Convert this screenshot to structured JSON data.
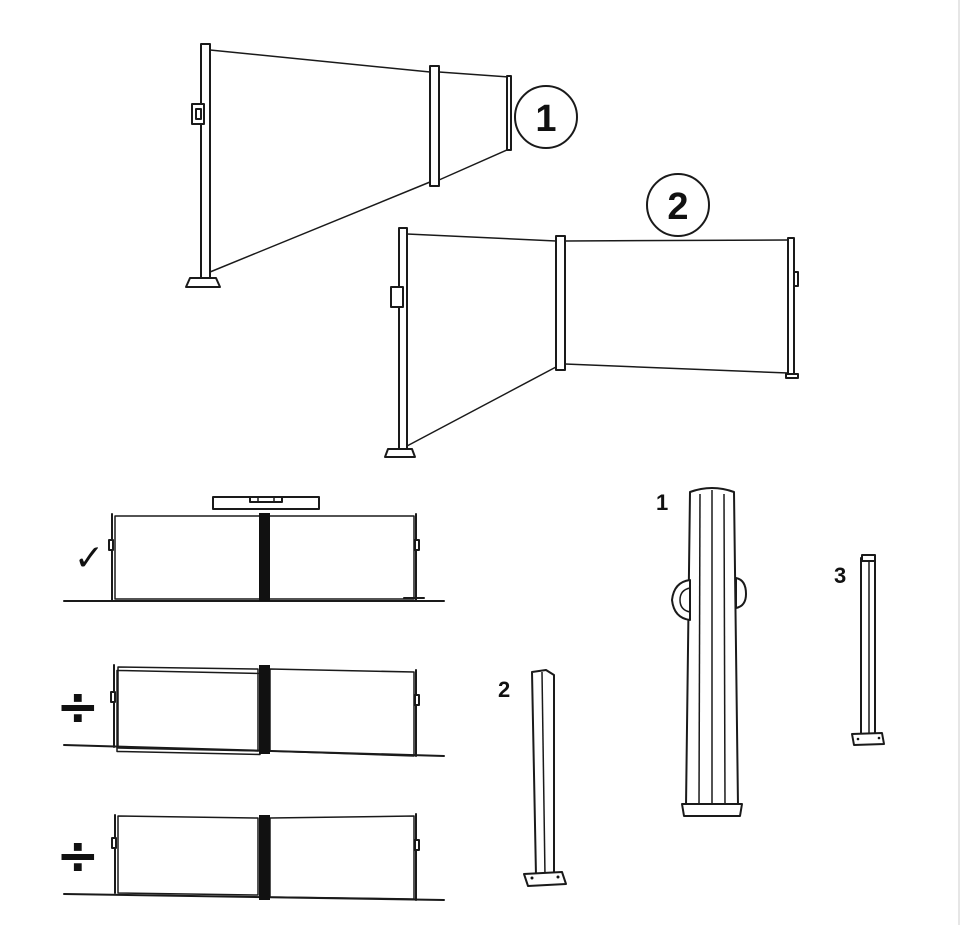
{
  "steps": {
    "one": "1",
    "two": "2"
  },
  "post_labels": {
    "main_post": "1",
    "end_post": "2",
    "side_post": "3"
  },
  "level_marks": {
    "correct": "✓",
    "wrong_1": "÷",
    "wrong_2": "÷"
  },
  "colors": {
    "line": "#1a1a1a",
    "background": "#ffffff"
  }
}
